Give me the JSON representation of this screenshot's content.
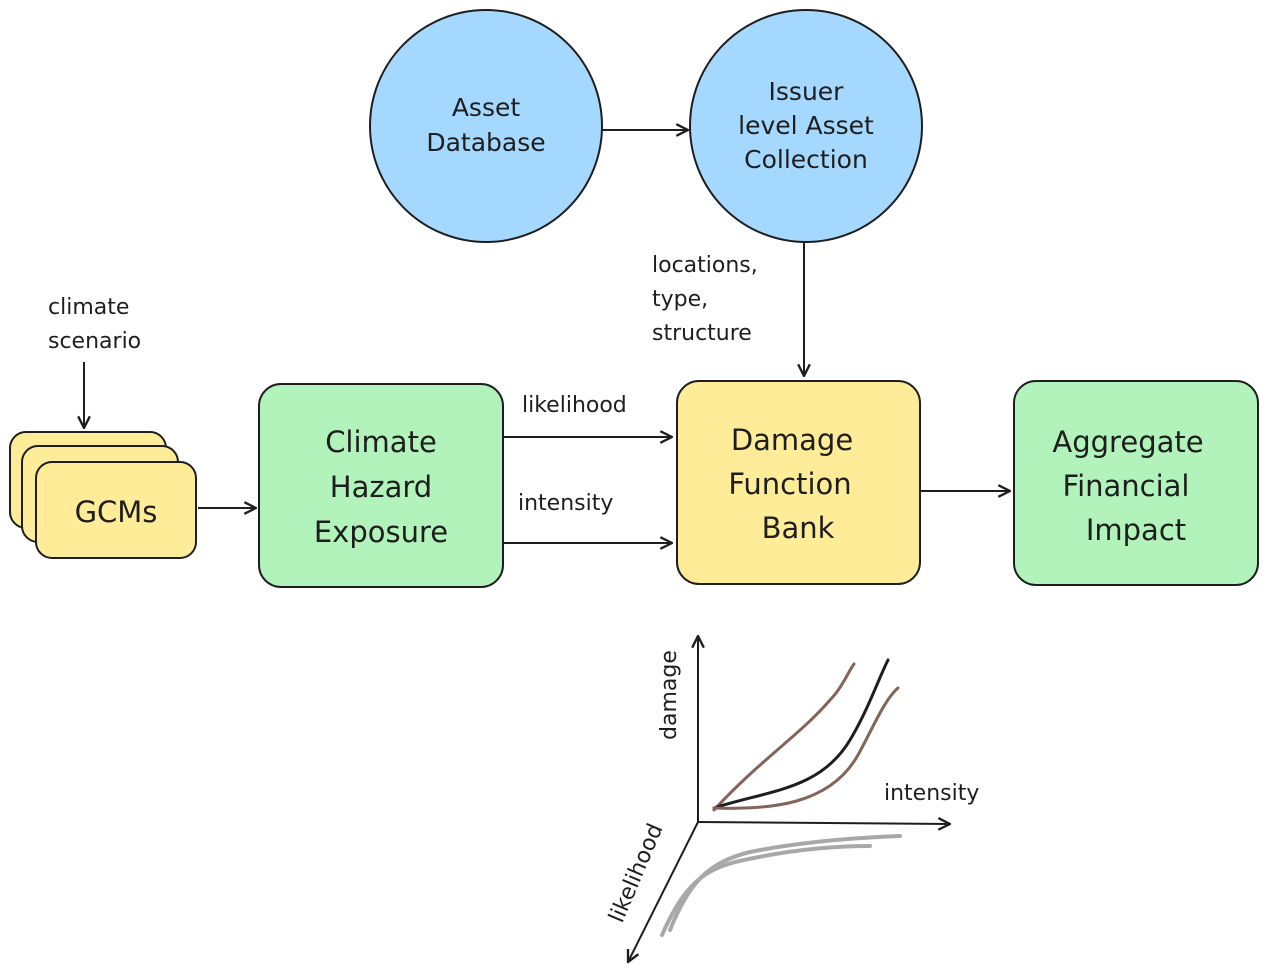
{
  "nodes": {
    "asset_database": [
      "Asset",
      "Database"
    ],
    "issuer_collection": [
      "Issuer",
      "level Asset",
      "Collection"
    ],
    "gcms": [
      "GCMs"
    ],
    "climate_hazard": [
      "Climate",
      "Hazard",
      "Exposure"
    ],
    "damage_bank": [
      "Damage",
      "Function",
      "Bank"
    ],
    "aggregate_impact": [
      "Aggregate",
      "Financial",
      "Impact"
    ]
  },
  "edge_labels": {
    "climate_scenario": [
      "climate",
      "scenario"
    ],
    "asset_attributes": [
      "locations,",
      "type,",
      "structure"
    ],
    "likelihood": "likelihood",
    "intensity": "intensity"
  },
  "damage_plot": {
    "axes": {
      "y": "damage",
      "x": "intensity",
      "z": "likelihood"
    }
  },
  "colors": {
    "circle_fill": "#a5d8ff",
    "green_fill": "#b2f2bb",
    "yellow_fill": "#ffec99",
    "stroke": "#1e1e1e",
    "curve_brown": "#846358",
    "curve_black": "#1e1e1e",
    "curve_gray": "#a8a8a8"
  }
}
